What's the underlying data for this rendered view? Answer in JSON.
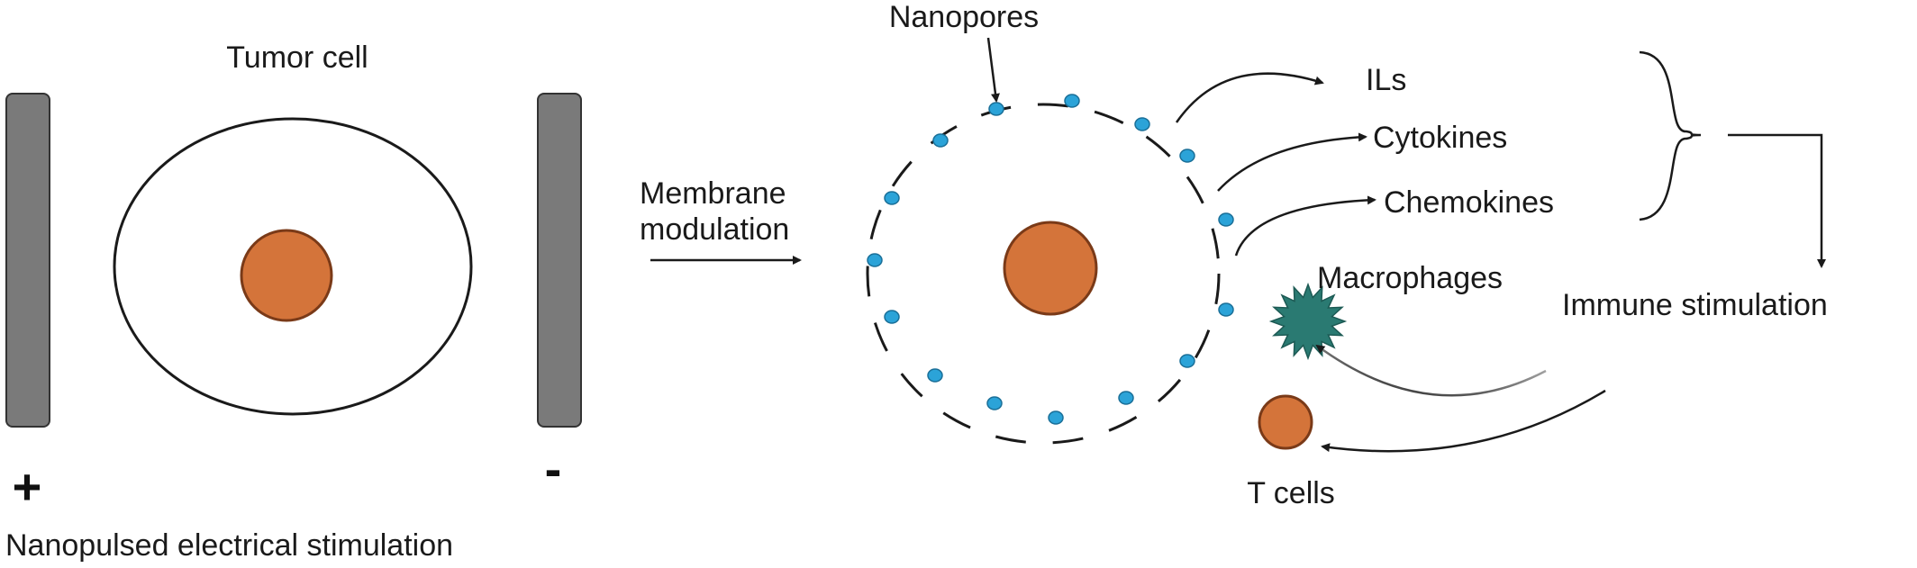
{
  "labels": {
    "tumor_cell": "Tumor cell",
    "plus_sign": "+",
    "minus_sign": "-",
    "nanopulsed": "Nanopulsed electrical stimulation",
    "membrane_line1": "Membrane",
    "membrane_line2": "modulation",
    "nanopores": "Nanopores",
    "ils": "ILs",
    "cytokines": "Cytokines",
    "chemokines": "Chemokines",
    "immune_stimulation": "Immune stimulation",
    "macrophages": "Macrophages",
    "t_cells": "T cells"
  },
  "colors": {
    "electrode": "#7a7a7a",
    "nucleus": "#d4743a",
    "nanopore": "#2ba3d8",
    "macrophage": "#2a7a72",
    "line": "#1a1a1a"
  }
}
